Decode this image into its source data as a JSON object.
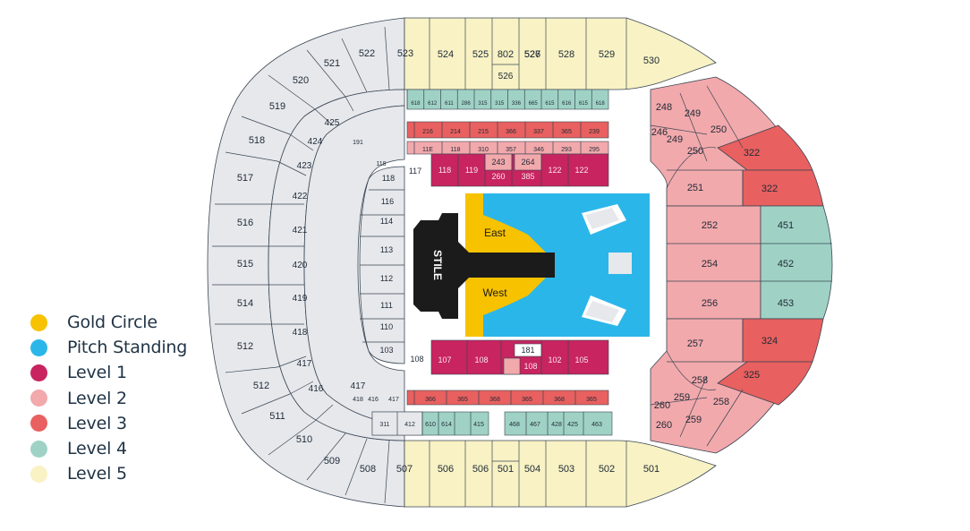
{
  "colors": {
    "gold_circle": "#f7c200",
    "pitch_standing": "#2bb6ea",
    "level1": "#c8245f",
    "level2": "#f2a9ac",
    "level3": "#e8605f",
    "level4": "#9fd2c5",
    "level5": "#f8f2c4",
    "unavailable": "#e6e8ec",
    "stage": "#1b1b1b",
    "outline": "#3a4653"
  },
  "legend": [
    {
      "label": "Gold Circle",
      "key": "gold_circle"
    },
    {
      "label": "Pitch Standing",
      "key": "pitch_standing"
    },
    {
      "label": "Level 1",
      "key": "level1"
    },
    {
      "label": "Level 2",
      "key": "level2"
    },
    {
      "label": "Level 3",
      "key": "level3"
    },
    {
      "label": "Level 4",
      "key": "level4"
    },
    {
      "label": "Level 5",
      "key": "level5"
    }
  ],
  "floor": {
    "east_label": "East",
    "west_label": "West",
    "stage_logo": "STILE"
  },
  "sections": {
    "top_outer": [
      "521",
      "522",
      "523",
      "524",
      "525",
      "802",
      "526",
      "527",
      "528",
      "529",
      "530"
    ],
    "bottom_outer": [
      "509",
      "508",
      "507",
      "506",
      "506",
      "501",
      "504",
      "503",
      "502",
      "501"
    ],
    "left_outer": [
      "520",
      "519",
      "518",
      "517",
      "516",
      "515",
      "514",
      "512",
      "512",
      "511",
      "510"
    ],
    "left_middle": [
      "425",
      "424",
      "423",
      "422",
      "421",
      "420",
      "419",
      "418",
      "417",
      "416",
      "417"
    ],
    "left_inner": [
      "116",
      "114",
      "113",
      "112",
      "111",
      "110",
      "103",
      "118",
      "117",
      "108"
    ],
    "top_mid_row": [
      "216",
      "214",
      "215",
      "366",
      "337",
      "365",
      "239"
    ],
    "top_inner_row": [
      "11E",
      "118",
      "310",
      "357",
      "346",
      "293",
      "295"
    ],
    "top_level1": [
      "118",
      "119",
      "243",
      "264",
      "260",
      "385",
      "122",
      "122"
    ],
    "top_level4_row": [
      "618",
      "612",
      "611",
      "286",
      "315",
      "315",
      "336",
      "665",
      "615",
      "616",
      "615",
      "618"
    ],
    "bottom_level1": [
      "107",
      "108",
      "181",
      "108",
      "102",
      "105"
    ],
    "bottom_mid_row": [
      "366",
      "365",
      "368",
      "365",
      "368",
      "365"
    ],
    "bottom_level4_left": [
      "311",
      "412",
      "610",
      "614",
      "415"
    ],
    "bottom_level4_right": [
      "468",
      "467",
      "428",
      "425",
      "463"
    ],
    "right_upper": [
      "248",
      "249",
      "246",
      "249",
      "250",
      "250",
      "322",
      "251",
      "322"
    ],
    "right_middle": [
      "252",
      "451",
      "254",
      "452",
      "256",
      "453"
    ],
    "right_lower": [
      "257",
      "324",
      "258",
      "325",
      "260",
      "259",
      "258",
      "260",
      "259"
    ],
    "misc_left": [
      "191",
      "118",
      "418",
      "416",
      "417"
    ]
  }
}
